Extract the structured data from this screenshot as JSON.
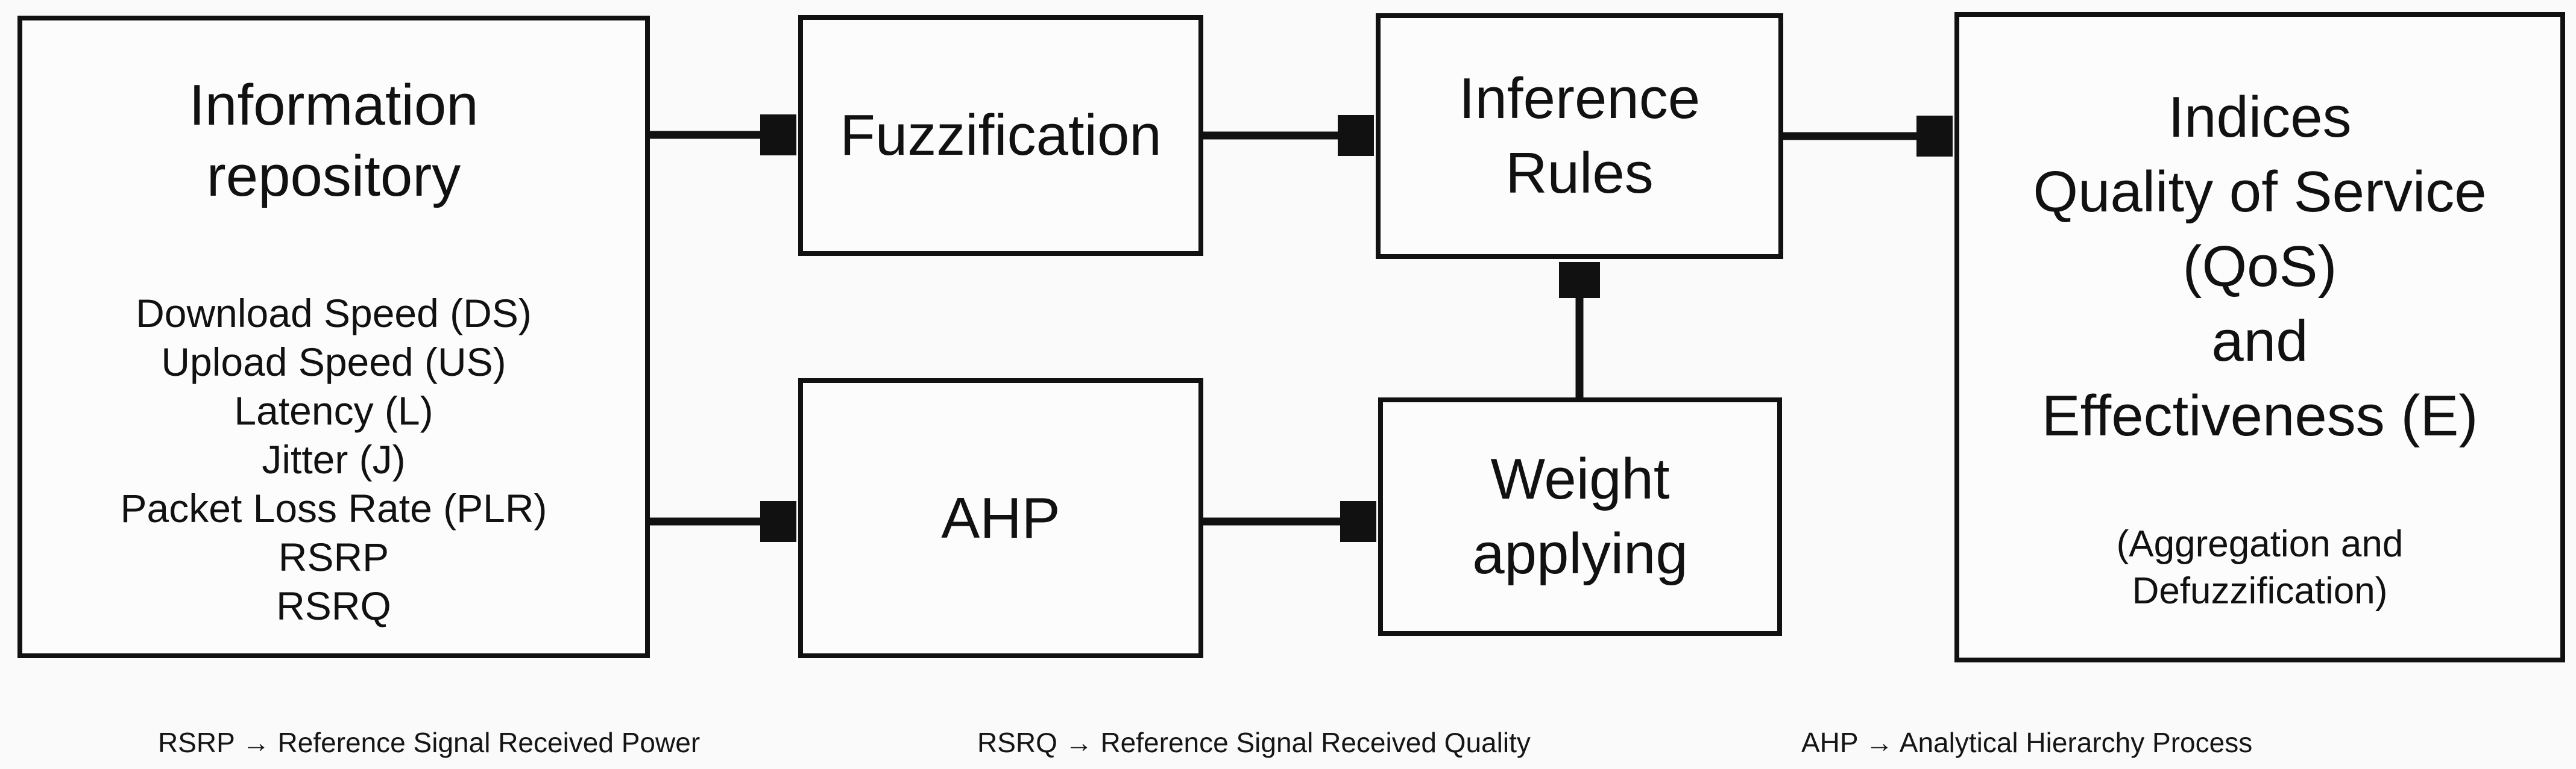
{
  "diagram": {
    "boxes": {
      "information_repository": {
        "title": "Information repository",
        "items": [
          "Download Speed (DS)",
          "Upload Speed (US)",
          "Latency (L)",
          "Jitter (J)",
          "Packet Loss Rate (PLR)",
          "RSRP",
          "RSRQ"
        ]
      },
      "fuzzification": {
        "label": "Fuzzification"
      },
      "ahp": {
        "label": "AHP"
      },
      "inference_rules": {
        "lines": [
          "Inference",
          "Rules"
        ]
      },
      "weight_applying": {
        "lines": [
          "Weight",
          "applying"
        ]
      },
      "indices": {
        "lines": [
          "Indices",
          "Quality of Service",
          "(QoS)",
          "and",
          "Effectiveness (E)"
        ],
        "note_lines": [
          "(Aggregation and",
          "Defuzzification)"
        ]
      }
    },
    "legend": [
      {
        "text": "RSRP → Reference Signal Received Power"
      },
      {
        "text": "RSRQ → Reference Signal Received Quality"
      },
      {
        "text": "AHP → Analytical Hierarchy Process"
      }
    ],
    "colors": {
      "line": "#111111",
      "background": "#fafafa"
    }
  }
}
